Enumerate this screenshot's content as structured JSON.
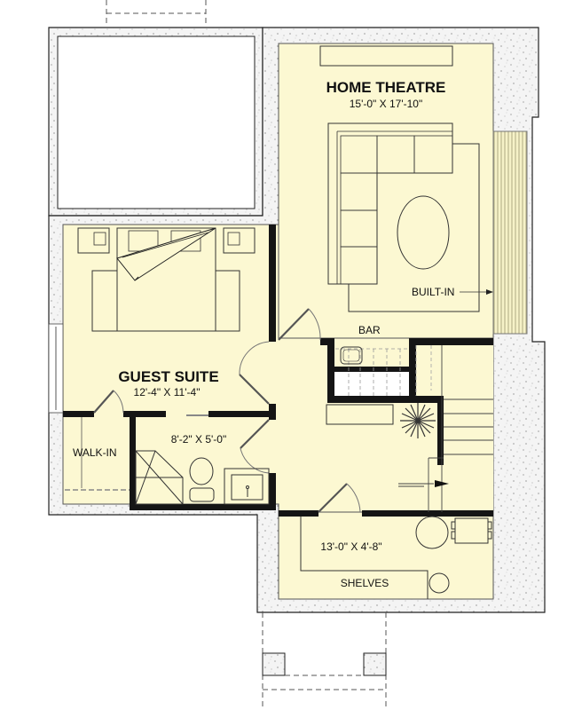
{
  "plan": {
    "type": "basement floor plan",
    "colors": {
      "floor": "#fcf8d2",
      "wall": "#151515",
      "foundation": "#f2f2f2",
      "line": "#333333",
      "built_in": "#e6e2b4"
    },
    "rooms": {
      "home_theatre": {
        "name": "HOME THEATRE",
        "size": "15'-0\" X 17'-10\""
      },
      "guest_suite": {
        "name": "GUEST SUITE",
        "size": "12'-4\" X 11'-4\""
      },
      "bath": {
        "size": "8'-2\" X 5'-0\""
      },
      "storage": {
        "size": "13'-0\" X 4'-8\""
      }
    },
    "labels": {
      "built_in": "BUILT-IN",
      "bar": "BAR",
      "walk_in": "WALK-IN",
      "shelves": "SHELVES"
    }
  }
}
